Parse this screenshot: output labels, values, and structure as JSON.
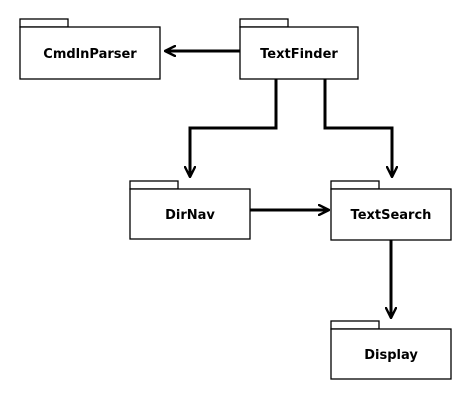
{
  "diagram": {
    "type": "package-dependency",
    "packages": [
      {
        "id": "cmdlnparser",
        "label": "CmdlnParser"
      },
      {
        "id": "textfinder",
        "label": "TextFinder"
      },
      {
        "id": "dirnav",
        "label": "DirNav"
      },
      {
        "id": "textsearch",
        "label": "TextSearch"
      },
      {
        "id": "display",
        "label": "Display"
      }
    ],
    "dependencies": [
      {
        "from": "textfinder",
        "to": "cmdlnparser"
      },
      {
        "from": "textfinder",
        "to": "dirnav"
      },
      {
        "from": "textfinder",
        "to": "textsearch"
      },
      {
        "from": "dirnav",
        "to": "textsearch"
      },
      {
        "from": "textsearch",
        "to": "display"
      }
    ],
    "colors": {
      "line": "#000000",
      "fill": "#ffffff",
      "background": "#ffffff"
    }
  }
}
